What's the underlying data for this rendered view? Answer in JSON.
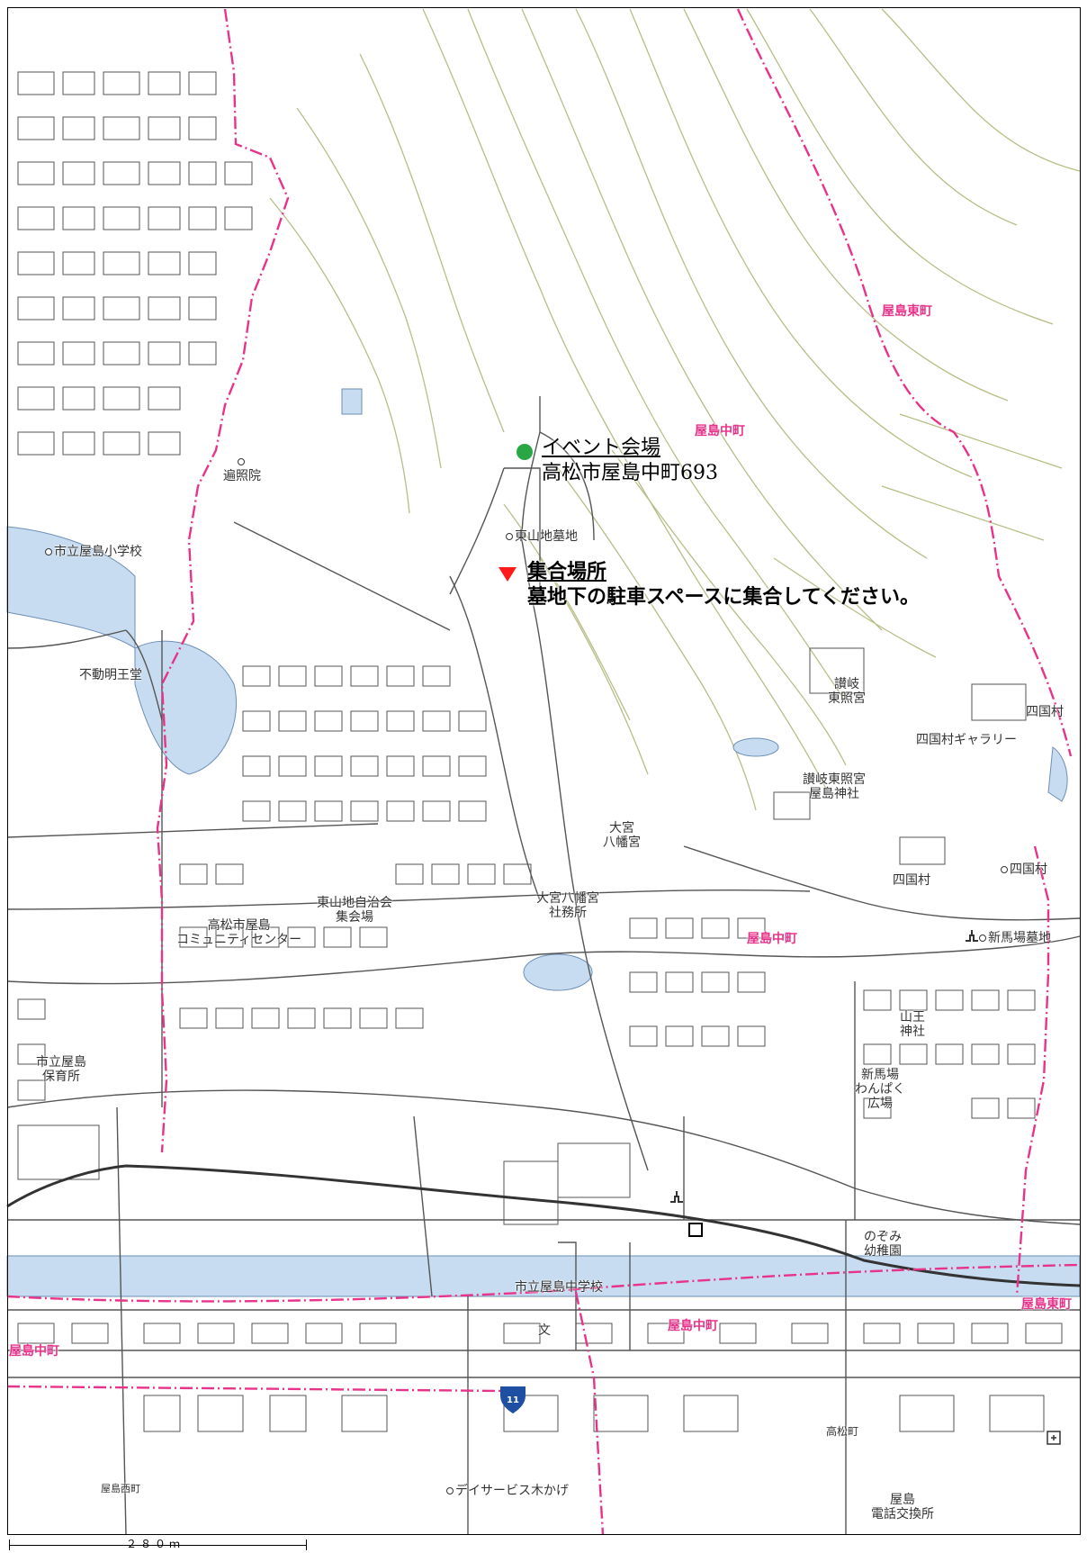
{
  "event": {
    "name": "イベント会場",
    "address": "高松市屋島中町693",
    "marker_color": "#2aa745"
  },
  "meeting": {
    "name": "集合場所",
    "note": "墓地下の駐車スペースに集合してください。",
    "marker_color": "#ff1a1a"
  },
  "towns": {
    "higashi1": "屋島東町",
    "naka1": "屋島中町",
    "naka2": "屋島中町",
    "naka3": "屋島中町",
    "naka4": "屋島中町",
    "higashi2": "屋島東町"
  },
  "places": {
    "henshoin": "遍照院",
    "elementary": "市立屋島小学校",
    "fudomyoo": "不動明王堂",
    "cemetery": "東山地墓地",
    "toshogu": "讃岐\n東照宮",
    "shikokumura1": "四国村",
    "gallery": "四国村ギャラリー",
    "yashima_shrine": "讃岐東照宮\n屋島神社",
    "omiya_hachiman": "大宮\n八幡宮",
    "shikokumura2": "四国村",
    "shikokumura3": "四国村",
    "omiya_office": "大宮八幡宮\n社務所",
    "jichikai": "東山地自治会\n集会場",
    "community": "高松市屋島\nコミュニティセンター",
    "shinbaba_cemetery": "新馬場墓地",
    "sanno": "山王\n神社",
    "shinbaba_park": "新馬場\nわんぱく\n広場",
    "nursery": "市立屋島\n保育所",
    "nozomi": "のぞみ\n幼稚園",
    "junior_high": "市立屋島中学校",
    "school_symbol": "文",
    "takamatsu_cho": "高松町",
    "yashima_nishi": "屋島西町",
    "day_service": "デイサービス木かげ",
    "telephone": "屋島\n電話交換所",
    "route": "11"
  },
  "scale": {
    "label": "２８０ｍ"
  },
  "colors": {
    "boundary": "#e8338a",
    "contour": "#b9bd86",
    "building": "#555555",
    "water": "#c7dcf0",
    "rail": "#333333"
  }
}
